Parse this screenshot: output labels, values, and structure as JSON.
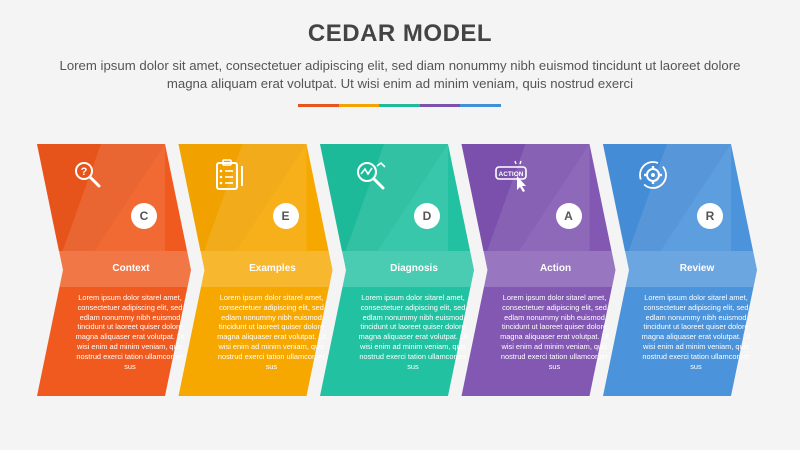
{
  "title": "CEDAR MODEL",
  "subtitle": "Lorem ipsum dolor sit amet, consectetuer adipiscing elit, sed diam nonummy nibh euismod tincidunt ut laoreet dolore magna aliquam erat volutpat. Ut wisi enim ad minim veniam, quis nostrud exerci",
  "divider_colors": [
    "#e8541c",
    "#f4a300",
    "#1fb99b",
    "#7b52ab",
    "#3f8fd9"
  ],
  "steps": [
    {
      "letter": "C",
      "label": "Context",
      "icon": "search-question-icon",
      "color": "#f05a1e",
      "dark": "#e0501a",
      "text": "Lorem ipsum dolor sitarel amet, consectetuer adipiscing elit, sed edlam nonummy nibh euismod tincidunt ut laoreet quiser dolore magna aliquaser erat volutpat. Ut wisi enim ad minim veniam, quis nostrud exerci tation ullamcorper sus"
    },
    {
      "letter": "E",
      "label": "Examples",
      "icon": "clipboard-list-icon",
      "color": "#f6a800",
      "dark": "#ec9d00",
      "text": "Lorem ipsum dolor sitarel amet, consectetuer adipiscing elit, sed edlam nonummy nibh euismod tincidunt ut laoreet quiser dolore magna aliquaser erat volutpat. Ut wisi enim ad minim veniam, quis nostrud exerci tation ullamcorper sus"
    },
    {
      "letter": "D",
      "label": "Diagnosis",
      "icon": "analysis-magnifier-icon",
      "color": "#22c1a1",
      "dark": "#18b494",
      "text": "Lorem ipsum dolor sitarel amet, consectetuer adipiscing elit, sed edlam nonummy nibh euismod tincidunt ut laoreet quiser dolore magna aliquaser erat volutpat. Ut wisi enim ad minim veniam, quis nostrud exerci tation ullamcorper sus"
    },
    {
      "letter": "A",
      "label": "Action",
      "icon": "action-button-click-icon",
      "icon_text": "ACTION",
      "color": "#8258b3",
      "dark": "#744ba6",
      "text": "Lorem ipsum dolor sitarel amet, consectetuer adipiscing elit, sed edlam nonummy nibh euismod tincidunt ut laoreet quiser dolore magna aliquaser erat volutpat. Ut wisi enim ad minim veniam, quis nostrud exerci tation ullamcorper sus"
    },
    {
      "letter": "R",
      "label": "Review",
      "icon": "review-cycle-gear-icon",
      "color": "#4b93db",
      "dark": "#3f86cf",
      "text": "Lorem ipsum dolor sitarel amet, consectetuer adipiscing elit, sed edlam nonummy nibh euismod tincidunt ut laoreet quiser dolore magna aliquaser erat volutpat. Ut wisi enim ad minim veniam, quis nostrud exerci tation ullamcorper sus"
    }
  ]
}
